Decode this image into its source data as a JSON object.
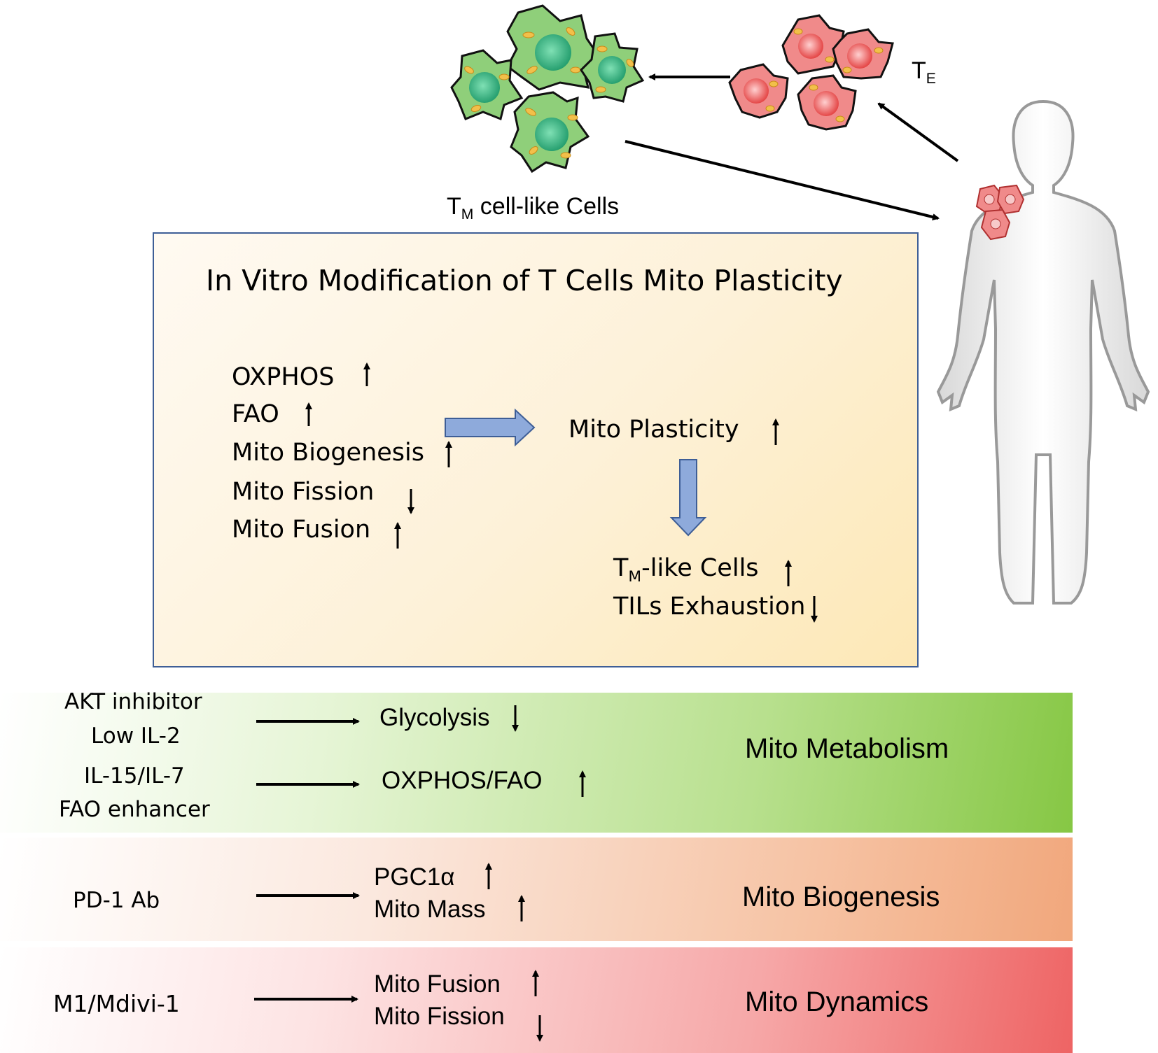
{
  "top": {
    "te_label": "T",
    "te_sub": "E",
    "tm_label_prefix": "T",
    "tm_label_sub": "M",
    "tm_label_suffix": " cell-like Cells"
  },
  "box": {
    "title": "In Vitro Modification of T Cells Mito Plasticity",
    "left_items": [
      "OXPHOS",
      "FAO",
      "Mito Biogenesis",
      "Mito Fission",
      "Mito Fusion"
    ],
    "center": "Mito Plasticity",
    "outcome_1_prefix": "T",
    "outcome_1_sub": "M",
    "outcome_1_suffix": "-like Cells",
    "outcome_2": "TILs Exhaustion"
  },
  "bands": {
    "metabolism": {
      "inputs_a": [
        "AKT inhibitor",
        "Low IL-2"
      ],
      "inputs_b": [
        "IL-15/IL-7",
        "FAO enhancer"
      ],
      "effect_a": "Glycolysis",
      "effect_b": "OXPHOS/FAO",
      "category": "Mito Metabolism"
    },
    "biogenesis": {
      "input": "PD-1 Ab",
      "effect_a": "PGC1α",
      "effect_b": "Mito Mass",
      "category": "Mito Biogenesis"
    },
    "dynamics": {
      "input": "M1/Mdivi-1",
      "effect_a": "Mito Fusion",
      "effect_b": "Mito Fission",
      "category": "Mito Dynamics"
    }
  },
  "colors": {
    "box_border": "#3e5e96",
    "block_arrow": "#8eaadb",
    "memory_cell": "#8fcf7a",
    "effector_cell": "#f08a8a",
    "mitochondria": "#f2c04a"
  }
}
